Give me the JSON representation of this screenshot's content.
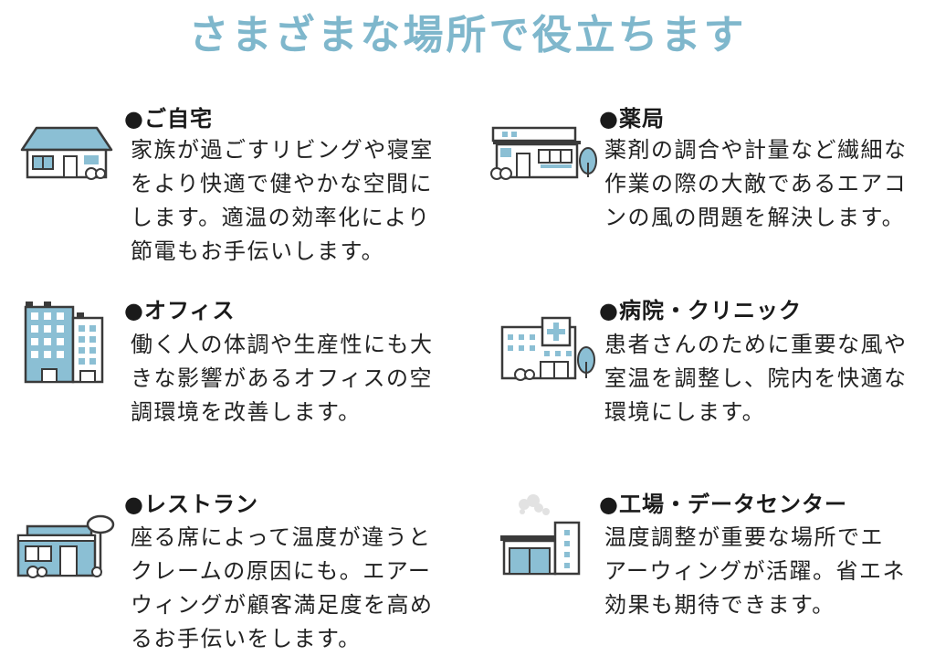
{
  "title": "さまざまな場所で役立ちます",
  "colors": {
    "title": "#7fb7cc",
    "building": "#8bbfd4",
    "outline": "#3a3a3a",
    "text": "#222222"
  },
  "items": [
    {
      "icon": "house-icon",
      "heading": "●ご自宅",
      "lines": [
        "家族が過ごすリビングや寝室",
        "をより快適で健やかな空間に",
        "します。適温の効率化により",
        "節電もお手伝いします。"
      ]
    },
    {
      "icon": "pharmacy-icon",
      "heading": "●薬局",
      "lines": [
        "薬剤の調合や計量など繊細な",
        "作業の際の大敵であるエアコ",
        "ンの風の問題を解決します。"
      ]
    },
    {
      "icon": "office-building-icon",
      "heading": "●オフィス",
      "lines": [
        "働く人の体調や生産性にも大",
        "きな影響があるオフィスの空",
        "調環境を改善します。"
      ]
    },
    {
      "icon": "hospital-icon",
      "heading": "●病院・クリニック",
      "lines": [
        "患者さんのために重要な風や",
        "室温を調整し、院内を快適な",
        "環境にします。"
      ]
    },
    {
      "icon": "restaurant-icon",
      "heading": "●レストラン",
      "lines": [
        "座る席によって温度が違うと",
        "クレームの原因にも。エアー",
        "ウィングが顧客満足度を高め",
        "るお手伝いをします。"
      ]
    },
    {
      "icon": "factory-icon",
      "heading": "●工場・データセンター",
      "lines": [
        "温度調整が重要な場所でエ",
        "アーウィングが活躍。省エネ",
        "効果も期待できます。"
      ]
    }
  ]
}
